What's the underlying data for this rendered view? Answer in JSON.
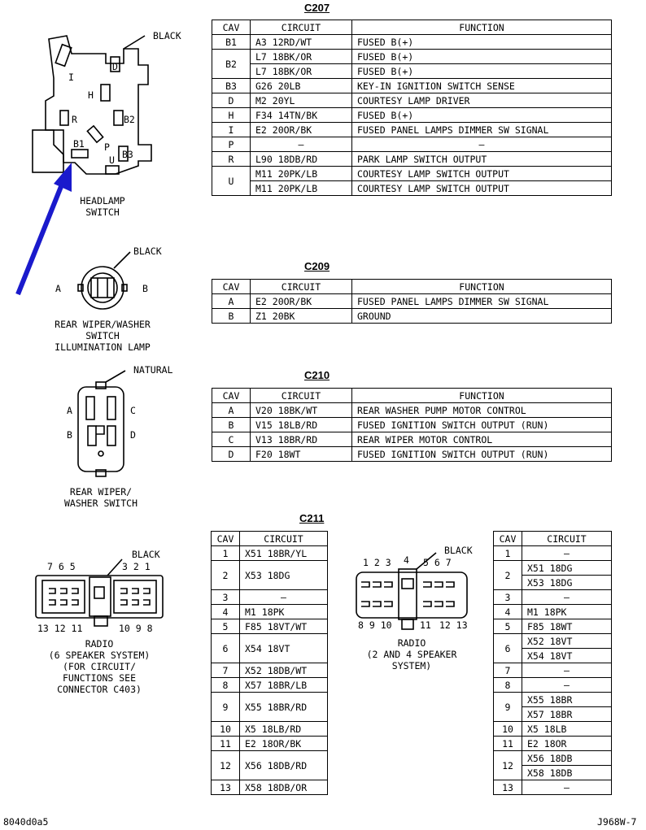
{
  "c207": {
    "title": "C207",
    "headers": [
      "CAV",
      "CIRCUIT",
      "FUNCTION"
    ],
    "rows": [
      {
        "cav": "B1",
        "span": 1,
        "circuit": "A3 12RD/WT",
        "function": "FUSED B(+)"
      },
      {
        "cav": "B2",
        "span": 2,
        "circuit": "L7 18BK/OR",
        "function": "FUSED B(+)"
      },
      {
        "cav": "",
        "span": 0,
        "circuit": "L7 18BK/OR",
        "function": "FUSED B(+)"
      },
      {
        "cav": "B3",
        "span": 1,
        "circuit": "G26 20LB",
        "function": "KEY-IN IGNITION SWITCH SENSE"
      },
      {
        "cav": "D",
        "span": 1,
        "circuit": "M2 20YL",
        "function": "COURTESY LAMP DRIVER"
      },
      {
        "cav": "H",
        "span": 1,
        "circuit": "F34 14TN/BK",
        "function": "FUSED B(+)"
      },
      {
        "cav": "I",
        "span": 1,
        "circuit": "E2 20OR/BK",
        "function": "FUSED PANEL LAMPS DIMMER SW SIGNAL"
      },
      {
        "cav": "P",
        "span": 1,
        "circuit": "–",
        "function": "–",
        "center": true
      },
      {
        "cav": "R",
        "span": 1,
        "circuit": "L90 18DB/RD",
        "function": "PARK LAMP SWITCH OUTPUT"
      },
      {
        "cav": "U",
        "span": 2,
        "circuit": "M11 20PK/LB",
        "function": "COURTESY LAMP SWITCH OUTPUT"
      },
      {
        "cav": "",
        "span": 0,
        "circuit": "M11 20PK/LB",
        "function": "COURTESY LAMP SWITCH OUTPUT"
      }
    ]
  },
  "c209": {
    "title": "C209",
    "headers": [
      "CAV",
      "CIRCUIT",
      "FUNCTION"
    ],
    "rows": [
      {
        "cav": "A",
        "span": 1,
        "circuit": "E2 20OR/BK",
        "function": "FUSED PANEL LAMPS DIMMER SW SIGNAL"
      },
      {
        "cav": "B",
        "span": 1,
        "circuit": "Z1 20BK",
        "function": "GROUND"
      }
    ]
  },
  "c210": {
    "title": "C210",
    "headers": [
      "CAV",
      "CIRCUIT",
      "FUNCTION"
    ],
    "rows": [
      {
        "cav": "A",
        "span": 1,
        "circuit": "V20 18BK/WT",
        "function": "REAR WASHER PUMP MOTOR CONTROL"
      },
      {
        "cav": "B",
        "span": 1,
        "circuit": "V15 18LB/RD",
        "function": "FUSED IGNITION SWITCH OUTPUT (RUN)"
      },
      {
        "cav": "C",
        "span": 1,
        "circuit": "V13 18BR/RD",
        "function": "REAR WIPER MOTOR CONTROL"
      },
      {
        "cav": "D",
        "span": 1,
        "circuit": "F20 18WT",
        "function": "FUSED IGNITION SWITCH OUTPUT (RUN)"
      }
    ]
  },
  "c211": {
    "title": "C211",
    "headers": [
      "CAV",
      "CIRCUIT"
    ],
    "left_rows": [
      {
        "cav": "1",
        "circuit": "X51 18BR/YL",
        "h": 1
      },
      {
        "cav": "2",
        "circuit": "X53 18DG",
        "h": 2
      },
      {
        "cav": "3",
        "circuit": "–",
        "h": 1,
        "center": true
      },
      {
        "cav": "4",
        "circuit": "M1 18PK",
        "h": 1
      },
      {
        "cav": "5",
        "circuit": "F85 18VT/WT",
        "h": 1
      },
      {
        "cav": "6",
        "circuit": "X54 18VT",
        "h": 2
      },
      {
        "cav": "7",
        "circuit": "X52 18DB/WT",
        "h": 1
      },
      {
        "cav": "8",
        "circuit": "X57 18BR/LB",
        "h": 1
      },
      {
        "cav": "9",
        "circuit": "X55 18BR/RD",
        "h": 2
      },
      {
        "cav": "10",
        "circuit": "X5 18LB/RD",
        "h": 1
      },
      {
        "cav": "11",
        "circuit": "E2 18OR/BK",
        "h": 1
      },
      {
        "cav": "12",
        "circuit": "X56 18DB/RD",
        "h": 2
      },
      {
        "cav": "13",
        "circuit": "X58 18DB/OR",
        "h": 1
      }
    ],
    "right_rows": [
      {
        "cav": "1",
        "span": 1,
        "circuit": "–",
        "center": true
      },
      {
        "cav": "2",
        "span": 2,
        "circuit": "X51 18DG"
      },
      {
        "cav": "",
        "span": 0,
        "circuit": "X53 18DG"
      },
      {
        "cav": "3",
        "span": 1,
        "circuit": "–",
        "center": true
      },
      {
        "cav": "4",
        "span": 1,
        "circuit": "M1 18PK"
      },
      {
        "cav": "5",
        "span": 1,
        "circuit": "F85 18WT"
      },
      {
        "cav": "6",
        "span": 2,
        "circuit": "X52 18VT"
      },
      {
        "cav": "",
        "span": 0,
        "circuit": "X54 18VT"
      },
      {
        "cav": "7",
        "span": 1,
        "circuit": "–",
        "center": true
      },
      {
        "cav": "8",
        "span": 1,
        "circuit": "–",
        "center": true
      },
      {
        "cav": "9",
        "span": 2,
        "circuit": "X55 18BR"
      },
      {
        "cav": "",
        "span": 0,
        "circuit": "X57 18BR"
      },
      {
        "cav": "10",
        "span": 1,
        "circuit": "X5 18LB"
      },
      {
        "cav": "11",
        "span": 1,
        "circuit": "E2 18OR"
      },
      {
        "cav": "12",
        "span": 2,
        "circuit": "X56 18DB"
      },
      {
        "cav": "",
        "span": 0,
        "circuit": "X58 18DB"
      },
      {
        "cav": "13",
        "span": 1,
        "circuit": "–",
        "center": true
      }
    ]
  },
  "diagrams": {
    "headlamp": {
      "color_label": "BLACK",
      "name": "HEADLAMP\nSWITCH",
      "pins": {
        "I": "I",
        "D": "D",
        "H": "H",
        "R": "R",
        "B2": "B2",
        "P": "P",
        "B1": "B1",
        "B3": "B3",
        "U": "U"
      }
    },
    "rear_wiper_lamp": {
      "color_label": "BLACK",
      "name": "REAR WIPER/WASHER\nSWITCH\nILLUMINATION LAMP",
      "pin_a": "A",
      "pin_b": "B"
    },
    "rear_wiper_switch": {
      "color_label": "NATURAL",
      "name": "REAR WIPER/\nWASHER SWITCH",
      "pins": {
        "A": "A",
        "B": "B",
        "C": "C",
        "D": "D"
      }
    },
    "radio6": {
      "color_label": "BLACK",
      "top_left": "7 6 5",
      "top_right": "3 2 1",
      "bottom_left": "13 12 11",
      "bottom_right": "10 9 8",
      "name": "RADIO\n(6 SPEAKER SYSTEM)\n(FOR CIRCUIT/\nFUNCTIONS SEE\nCONNECTOR C403)"
    },
    "radio24": {
      "color_label": "BLACK",
      "top_left": "1 2 3",
      "top_mid": "4",
      "top_right": "5 6 7",
      "bottom_left": "8 9 10",
      "bottom_mid": "11",
      "bottom_right": "12 13",
      "name": "RADIO\n(2 AND 4 SPEAKER\nSYSTEM)"
    }
  },
  "colors": {
    "arrow": "#1a1acc",
    "line": "#000000"
  },
  "footer": {
    "left": "8040d0a5",
    "right": "J968W-7"
  }
}
